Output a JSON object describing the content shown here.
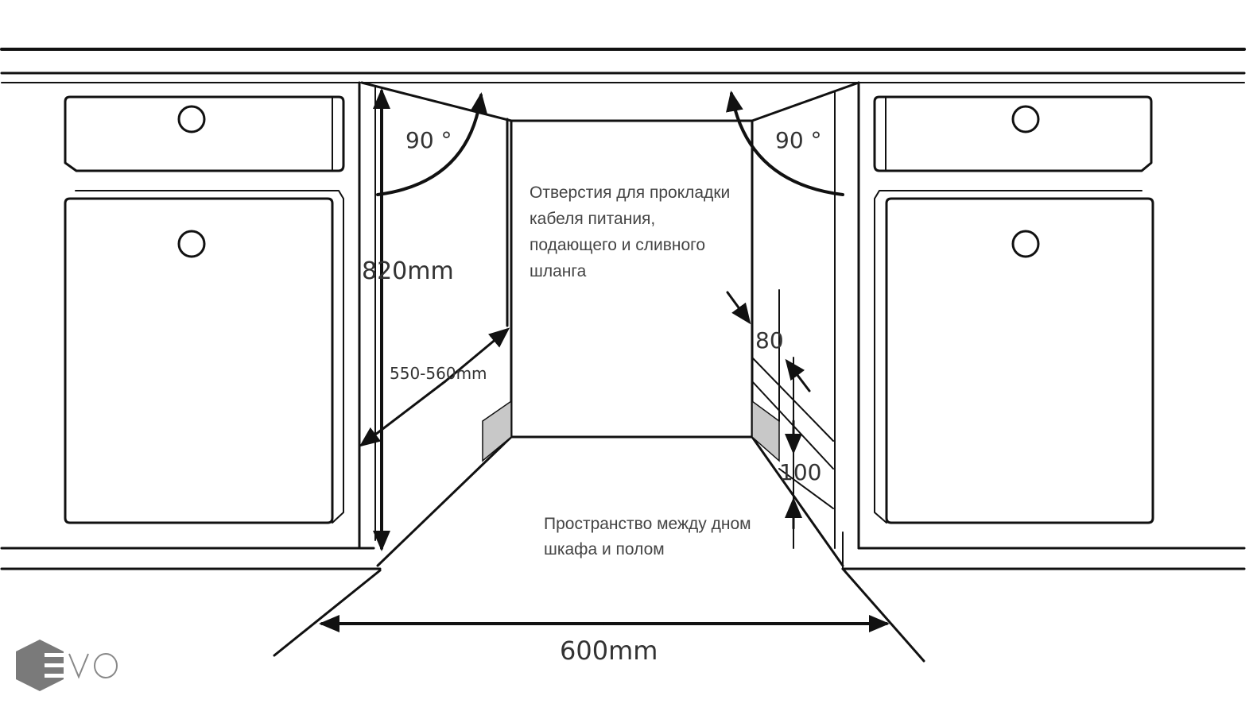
{
  "diagram": {
    "angle_left": "90 °",
    "angle_right": "90 °",
    "height_label": "820mm",
    "depth_label": "550-560mm",
    "gap_top_label": "80",
    "gap_bottom_label": "100",
    "width_label": "600mm",
    "holes_note": [
      "Отверстия для прокладки",
      "кабеля питания,",
      "подающего и сливного",
      "шланга"
    ],
    "floor_note": [
      "Пространство между дном",
      "шкафа и полом"
    ]
  },
  "logo": {
    "text": "EVO",
    "color": "#7a7a7a"
  }
}
